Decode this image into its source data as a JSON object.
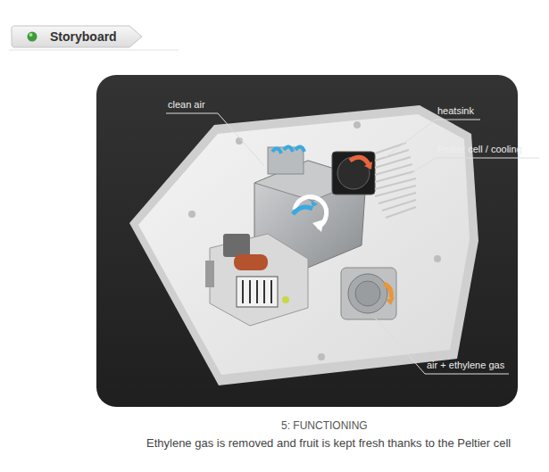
{
  "diagram": {
    "caption": "Ethylene gas is removed and fruit is kept fresh thanks to the Peltier cell",
    "nodes": [
      {
        "text": [
          "Storyboard"
        ]
      }
    ],
    "labels": [
      "clean air",
      "heatsink",
      "Peltier cell / cooling",
      "air + ethylene gas",
      "5: FUNCTIONING"
    ]
  }
}
